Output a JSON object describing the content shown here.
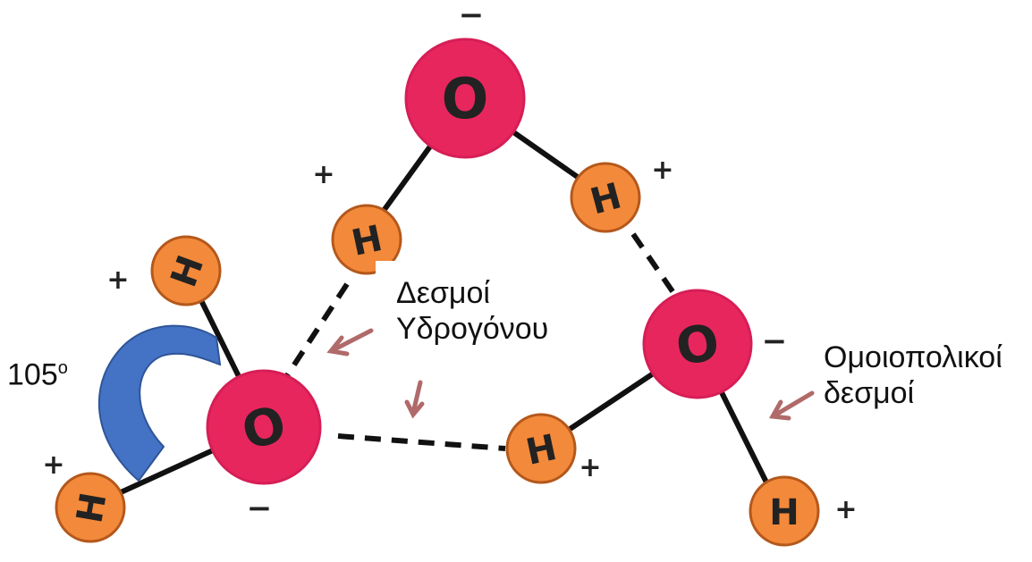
{
  "labels": {
    "angle": "105",
    "angle_unit": "o",
    "hydrogen_bonds_line1": "Δεσμοί",
    "hydrogen_bonds_line2": "Υδρογόνου",
    "covalent_bonds_line1": "Ομοιοπολικοί",
    "covalent_bonds_line2": "δεσμοί"
  },
  "atoms": {
    "oxygen_symbol": "O",
    "hydrogen_symbol": "H"
  },
  "charges": {
    "positive": "+",
    "negative": "−"
  },
  "colors": {
    "oxygen_fill": "#e8265e",
    "hydrogen_fill": "#f3893a",
    "angle_arc": "#4472c4",
    "pointer_arrow": "#b06a6a"
  }
}
